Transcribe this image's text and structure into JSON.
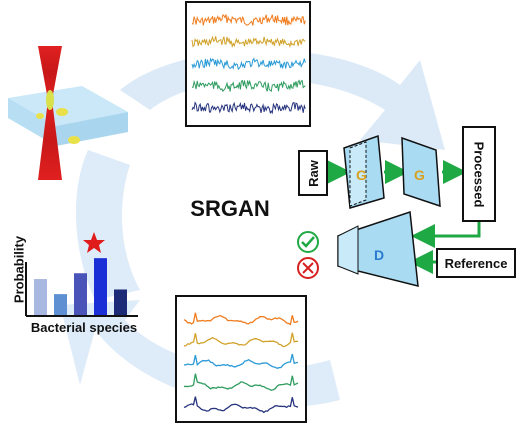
{
  "title": "SRGAN",
  "generator_label": "G",
  "discriminator_label": "D",
  "input_label": "Raw",
  "output_label": "Processed",
  "reference_label": "Reference",
  "bar_chart": {
    "ylabel": "Probability",
    "xlabel": "Bacterial species",
    "values": [
      0.62,
      0.36,
      0.72,
      0.98,
      0.44
    ],
    "colors": [
      "#a9b8e0",
      "#5d8fd2",
      "#4a54b8",
      "#1b2fd6",
      "#1d2a78"
    ],
    "highlight_index": 3
  },
  "colors": {
    "cycle_arrow": "#d5e6f6",
    "flow_arrow": "#1fa945",
    "network_fill": "#9fd3ee",
    "check": "#1fa945",
    "cross": "#d62020",
    "star": "#e01b1b"
  },
  "spectra_series_colors": [
    "#f07d20",
    "#d1a22a",
    "#2a9ad6",
    "#2f9c60",
    "#26337e"
  ]
}
